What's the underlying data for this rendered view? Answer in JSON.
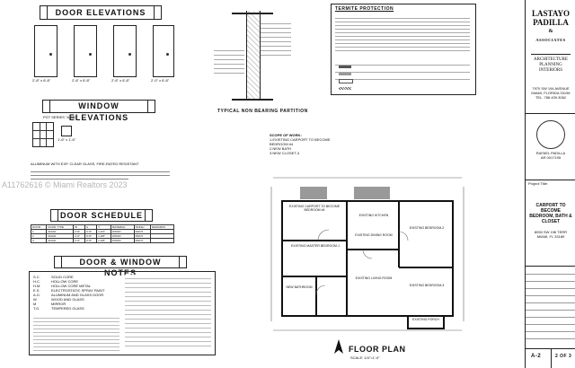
{
  "headings": {
    "door_elevations": "DOOR ELEVATIONS",
    "window_elevations": "WINDOW ELEVATIONS",
    "door_schedule": "DOOR SCHEDULE",
    "door_window_notes": "DOOR & WINDOW NOTES",
    "floor_plan": "FLOOR PLAN",
    "floor_plan_scale": "SCALE: 1/4\"=1'-0\"",
    "partition": "TYPICAL NON BEARING PARTITION",
    "termite": "TERMITE PROTECTION"
  },
  "door_elevations": {
    "sizes": [
      "2'-8\" x 6'-8\"",
      "2'-6\" x 6'-8\"",
      "2'-6\" x 6'-8\"",
      "2'-0\" x 6'-8\""
    ]
  },
  "window_elevations": {
    "label": "PGT SERIES \"A-450\"",
    "size_1": "1'-6\" x 1'-6\"",
    "caption": "ALUMINUM WITH EXP. CLEAR GLASS, FIRE-RATED RESISTANT"
  },
  "door_schedule": {
    "headers": [
      "DOOR",
      "DOOR TYPE",
      "W",
      "H",
      "T",
      "MATERIAL",
      "FINISH",
      "REMARKS"
    ],
    "rows": [
      [
        "1",
        "SOLID",
        "2'-8\"",
        "6'-8\"",
        "1-3/4\"",
        "WOOD",
        "PAINT",
        ""
      ],
      [
        "2",
        "SOLID",
        "2'-6\"",
        "6'-8\"",
        "1-3/8\"",
        "WOOD",
        "PAINT",
        ""
      ],
      [
        "3",
        "SOLID",
        "2'-0\"",
        "6'-8\"",
        "1-3/8\"",
        "WOOD",
        "PAINT",
        ""
      ]
    ]
  },
  "abbreviations": [
    [
      "S.C.",
      "SOLID CORE"
    ],
    [
      "H.C.",
      "HOLLOW CORE"
    ],
    [
      "H.M.",
      "HOLLOW CORE METAL"
    ],
    [
      "E.S.",
      "ELECTROSTATIC SPRAY PAINT"
    ],
    [
      "A.G.",
      "ALUMINUM AND GLASS DOOR"
    ],
    [
      "W",
      "WOOD AND GLASS"
    ],
    [
      "M",
      "MIRROR"
    ],
    [
      "T.G.",
      "TEMPERED GLASS"
    ]
  ],
  "scope_of_work": {
    "title": "SCOPE OF WORK:",
    "items": [
      "1.EXISTING CARPORT TO BECOME BEDROOM #4",
      "2.NEW BATH",
      "3.NEW CLOSET-3"
    ]
  },
  "rooms": [
    {
      "id": "bed1",
      "text": "EXISTING MASTER BEDROOM-1"
    },
    {
      "id": "kitchen",
      "text": "EXISTING KITCHEN"
    },
    {
      "id": "living",
      "text": "EXISTING LIVING ROOM"
    },
    {
      "id": "dining",
      "text": "EXISTING DINING ROOM"
    },
    {
      "id": "bed2",
      "text": "EXISTING BEDROOM-2"
    },
    {
      "id": "bed3",
      "text": "EXISTING BEDROOM-3"
    },
    {
      "id": "bed4",
      "text": "EXISTING CARPORT TO BECOME BEDROOM #4"
    },
    {
      "id": "bath",
      "text": "NEW BATHROOM"
    },
    {
      "id": "porch",
      "text": "EXISTING PORCH"
    }
  ],
  "firm": {
    "name_1": "LASTAYO",
    "name_2": "PADILLA",
    "amp": "&",
    "name_3": "ASSOCIATES",
    "discipline": "ARCHITECTURE PLANNING INTERIORS",
    "address": "7970 SW 194 AVENUE MIAMI, FLORIDA 33196",
    "phone": "TEL. 786.439.3062"
  },
  "seal": {
    "name": "RAFAEL PADILLA",
    "license": "AR 0017195"
  },
  "project": {
    "label": "Project Title:",
    "title": "CARPORT TO BECOME BEDROOM, BATH & CLOSET",
    "address_line": "8050 SW 196 TERR MIAMI, FL 33189"
  },
  "sheet": {
    "number": "A-2",
    "of": "2 OF 3"
  },
  "watermark": "A11762616 © Miami Realtors 2023"
}
